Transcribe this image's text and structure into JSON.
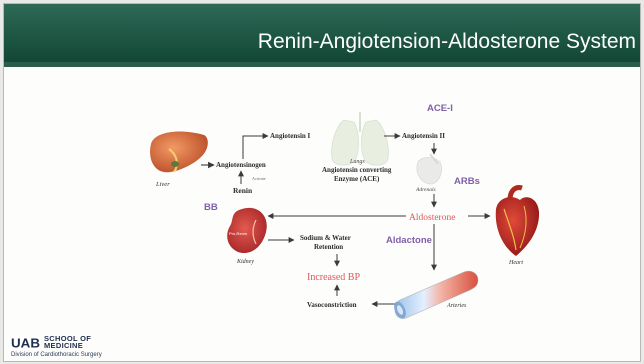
{
  "slide": {
    "title": "Renin-Angiotension-Aldosterone System"
  },
  "diagram": {
    "liver": "Liver",
    "angiotensinogen": "Angiotensinogen",
    "activate": "Activate",
    "renin": "Renin",
    "bb": "BB",
    "angiotensin_1": "Angiotensin I",
    "lungs": "Lungs",
    "ace_line1": "Angiotensin converting",
    "ace_line2": "Enzyme (ACE)",
    "ace_i": "ACE-I",
    "angiotensin_2": "Angiotensin II",
    "adrenals": "Adrenals",
    "arbs": "ARBs",
    "aldosterone": "Aldosterone",
    "heart": "Heart",
    "aldactone": "Aldactone",
    "kidney": "Kidney",
    "kidney_inner": "Pro-Renin",
    "sodium_line1": "Sodium & Water",
    "sodium_line2": "Retention",
    "increased_bp": "Increased BP",
    "vasoconstriction": "Vasoconstriction",
    "arteries": "Arteries"
  },
  "footer": {
    "logo": "UAB",
    "school_line1": "SCHOOL OF",
    "school_line2": "MEDICINE",
    "division": "Division of Cardiothoracic Surgery"
  },
  "colors": {
    "header": "#1e5644",
    "accent_purple": "#7f5fa8",
    "accent_red": "#e0565a",
    "label_dark": "#2c2c2c"
  }
}
